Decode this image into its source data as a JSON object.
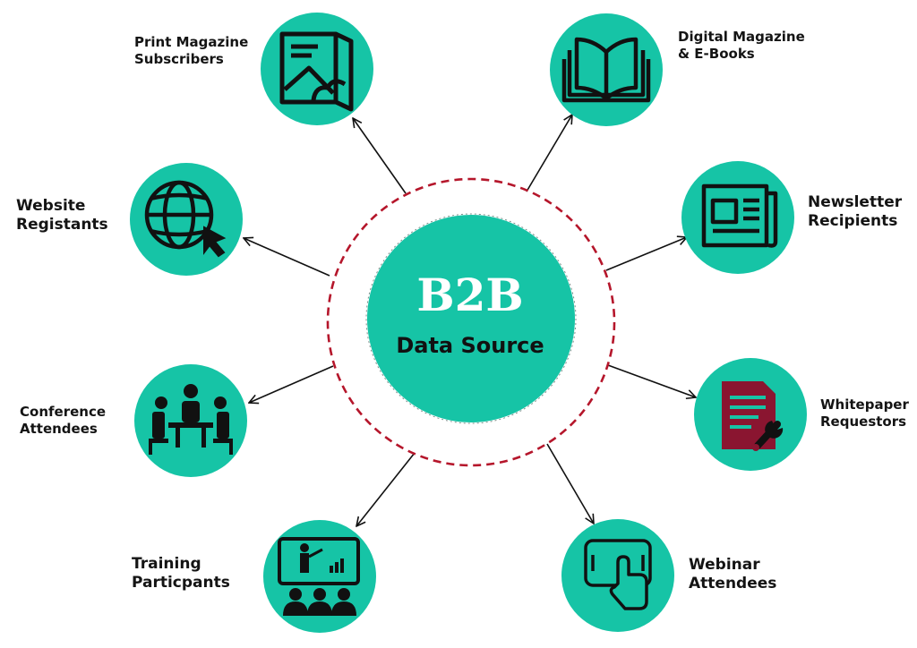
{
  "hub": {
    "title": "B2B",
    "subtitle": "Data Source"
  },
  "colors": {
    "node_fill": "#16c4a6",
    "ring_stroke": "#b5162b",
    "icon_stroke": "#111111",
    "accent_red": "#8a1530",
    "arrow": "#111111"
  },
  "sources": [
    {
      "id": "print",
      "label": "Print Magazine\nSubscribers",
      "icon": "magazine-icon"
    },
    {
      "id": "digital",
      "label": "Digital Magazine\n& E-Books",
      "icon": "open-book-icon"
    },
    {
      "id": "website",
      "label": "Website\nRegistants",
      "icon": "globe-cursor-icon"
    },
    {
      "id": "newsletter",
      "label": "Newsletter\nRecipients",
      "icon": "newspaper-icon"
    },
    {
      "id": "conference",
      "label": "Conference\nAttendees",
      "icon": "meeting-table-icon"
    },
    {
      "id": "whitepaper",
      "label": "Whitepaper\nRequestors",
      "icon": "document-wrench-icon"
    },
    {
      "id": "training",
      "label": "Training\nParticpants",
      "icon": "presentation-audience-icon"
    },
    {
      "id": "webinar",
      "label": "Webinar\nAttendees",
      "icon": "tablet-touch-icon"
    }
  ]
}
